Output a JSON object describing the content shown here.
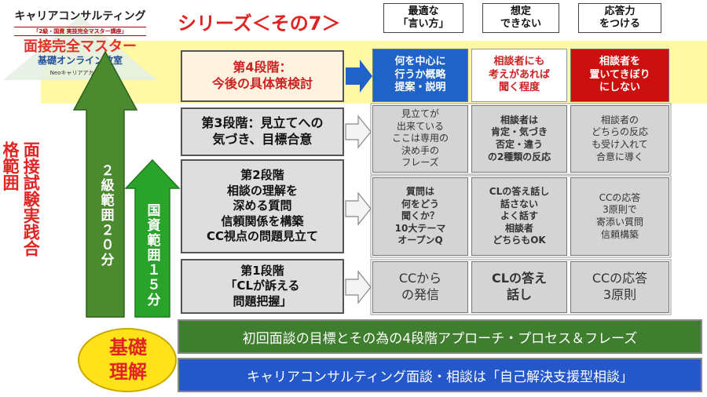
{
  "logo": {
    "line1": "キャリアコンサルティング",
    "line2": "「2級・国資 実技完全マスター講座」",
    "line3": "面接完全マスター",
    "line4": "基礎オンライン教室",
    "line5": "Neoキャリアアカデミー"
  },
  "series_title": "シリーズ＜その7＞",
  "column_headers": [
    {
      "line1": "最適な",
      "line2": "「言い方」"
    },
    {
      "line1": "想定",
      "line2": "できない"
    },
    {
      "line1": "応答力",
      "line2": "をつける"
    }
  ],
  "left_label": "面接試験実践合格範囲",
  "range_arrows": {
    "big": "２級範囲２０分",
    "small": "国資範囲１５分"
  },
  "stages": {
    "s4": {
      "line1": "第4段階：",
      "line2": "今後の具体策検討"
    },
    "s3": {
      "line1": "第3段階：見立てへの",
      "line2": "気づき、目標合意"
    },
    "s2": {
      "line1": "第2段階",
      "line2": "相談の理解を",
      "line3": "深める質問",
      "line4": "信頼関係を構築",
      "line5": "CC視点の問題見立て"
    },
    "s1": {
      "line1": "第1段階",
      "line2": "「CLが訴える",
      "line3": "問題把握」"
    }
  },
  "cells": {
    "r4": [
      [
        "何を中心に",
        "行うか概略",
        "提案・説明"
      ],
      [
        "相談者にも",
        "考えがあれば",
        "聞く程度"
      ],
      [
        "相談者を",
        "置いてきぼり",
        "にしない"
      ]
    ],
    "r3": [
      [
        "見立てが",
        "出来ている",
        "ここは専用の",
        "決め手の",
        "フレーズ"
      ],
      [
        "相談者は",
        "肯定・気づき",
        "否定・違う",
        "の2種類の反応"
      ],
      [
        "相談者の",
        "どちらの反応",
        "も受け入れて",
        "合意に導く"
      ]
    ],
    "r2": [
      [
        "質問は",
        "何をどう",
        "聞くか？",
        "10大テーマ",
        "オープンQ"
      ],
      [
        "CLの答え話し",
        "話さない",
        "よく話す",
        "相談者",
        "どちらもOK"
      ],
      [
        "CCの応答",
        "3原則で",
        "寄添い質問",
        "信頼構築"
      ]
    ],
    "r1": [
      [
        "CCから",
        "の発信"
      ],
      [
        "CLの答え",
        "話し"
      ],
      [
        "CCの応答",
        "3原則"
      ]
    ]
  },
  "bottom_bars": {
    "green": "初回面談の目標とその為の4段階アプローチ・プロセス＆フレーズ",
    "blue": "キャリアコンサルティング面談・相談は「自己解決支援型相談」"
  },
  "kiso": {
    "line1": "基礎",
    "line2": "理解"
  },
  "colors": {
    "accent_red": "#e02424",
    "arrow_green": "#4b8a2f",
    "arrow_blue": "#1f63c8",
    "highlight_yellow": "#fff9a6"
  }
}
